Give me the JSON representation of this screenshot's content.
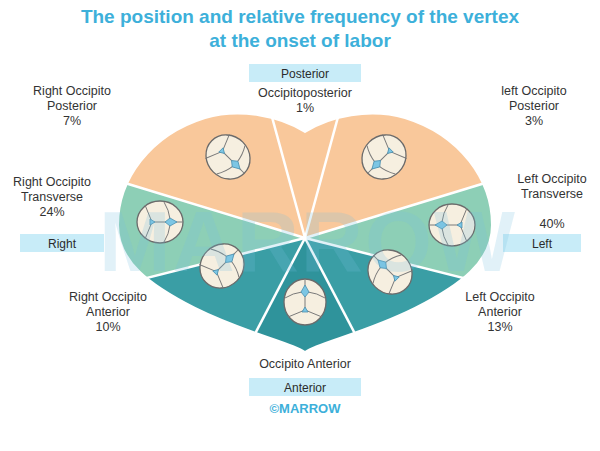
{
  "diagram": {
    "title": "The position and relative frequency of the vertex at the onset of labor",
    "nodes": [
      {
        "text": [
          "Posterior"
        ]
      },
      {
        "text": [
          "Right"
        ]
      },
      {
        "text": [
          "Left"
        ]
      },
      {
        "text": [
          "Anterior"
        ]
      }
    ],
    "labels": [
      "Occipitoposterior",
      "1%",
      "Right Occipito Posterior",
      "7%",
      "left Occipito Posterior",
      "3%",
      "Right Occipito Transverse",
      "24%",
      "Left Occipito Transverse",
      "40%",
      "Right Occipito Anterior",
      "10%",
      "Left Occipito Anterior",
      "13%",
      "Occipito Anterior",
      "MARROW",
      "©MARROW"
    ]
  }
}
